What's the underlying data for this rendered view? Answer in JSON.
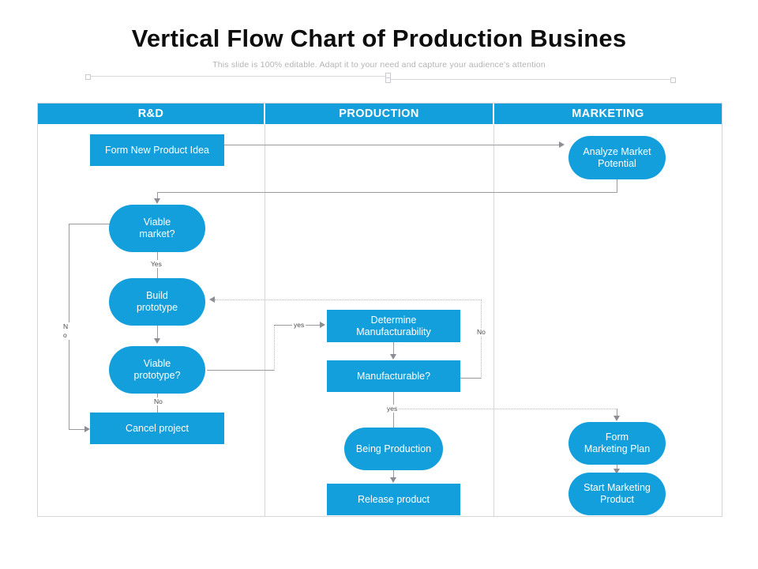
{
  "slide": {
    "title": "Vertical Flow Chart of Production Busines",
    "subtitle": "This slide is 100% editable. Adapt it to your need and capture your audience's attention"
  },
  "theme": {
    "accent": "#139FDC",
    "node_text": "#FFFFFF",
    "frame_border": "#D6D6DA",
    "connector": "#9A9AA0",
    "connector_dotted": "#B6B6BB",
    "title_color": "#0D0D0D",
    "subtitle_color": "#B3B3B3"
  },
  "columns": [
    {
      "id": "rd",
      "label": "R&D"
    },
    {
      "id": "production",
      "label": "PRODUCTION"
    },
    {
      "id": "marketing",
      "label": "MARKETING"
    }
  ],
  "nodes": {
    "form_new_product_idea": {
      "label": "Form New Product Idea",
      "shape": "rect",
      "column": "rd"
    },
    "viable_market": {
      "label": "Viable\nmarket?",
      "shape": "round",
      "column": "rd"
    },
    "build_prototype": {
      "label": "Build\nprototype",
      "shape": "round",
      "column": "rd"
    },
    "viable_prototype": {
      "label": "Viable\nprototype?",
      "shape": "round",
      "column": "rd"
    },
    "cancel_project": {
      "label": "Cancel project",
      "shape": "rect",
      "column": "rd"
    },
    "determine_manufacturability": {
      "label": "Determine\nManufacturability",
      "shape": "rect",
      "column": "production"
    },
    "manufacturable": {
      "label": "Manufacturable?",
      "shape": "rect",
      "column": "production"
    },
    "being_production": {
      "label": "Being Production",
      "shape": "round",
      "column": "production"
    },
    "release_product": {
      "label": "Release product",
      "shape": "rect",
      "column": "production"
    },
    "analyze_market_potential": {
      "label": "Analyze Market\nPotential",
      "shape": "round",
      "column": "marketing"
    },
    "form_marketing_plan": {
      "label": "Form\nMarketing Plan",
      "shape": "round",
      "column": "marketing"
    },
    "start_marketing_product": {
      "label": "Start Marketing\nProduct",
      "shape": "round",
      "column": "marketing"
    }
  },
  "edge_labels": {
    "viable_market_no": "N\no",
    "viable_market_yes": "Yes",
    "viable_prototype_no": "No",
    "viable_prototype_yes": "yes",
    "manufacturable_no": "No",
    "manufacturable_yes": "yes"
  }
}
